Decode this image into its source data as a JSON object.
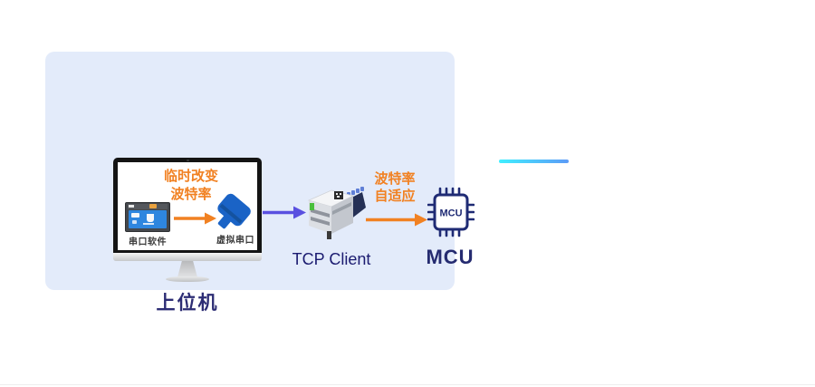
{
  "host": {
    "label": "上位机",
    "screen_note": {
      "line1": "临时改变",
      "line2": "波特率"
    },
    "serial_software_label": "串口软件",
    "virtual_com_label": "虚拟串口"
  },
  "tcp_client": {
    "label": "TCP Client"
  },
  "mcu": {
    "note": {
      "line1": "波特率",
      "line2": "自适应"
    },
    "chip_text": "MCU",
    "label": "MCU"
  },
  "icons": {
    "monitor": "monitor-icon",
    "serial_software": "app-window-icon",
    "virtual_com": "db9-connector-icon",
    "host_to_module": "right-arrow-icon",
    "ethernet_module": "rj45-module-icon",
    "module_to_mcu": "right-arrow-icon",
    "mcu_chip": "mcu-chip-icon"
  },
  "colors": {
    "panel_bg": "#e3ebfa",
    "orange": "#f18122",
    "purple": "#5a50e0",
    "navy_text": "#1b1b70",
    "connector_blue": "#1a63c6",
    "gradient_start": "#40efff",
    "gradient_end": "#5c9bf7",
    "bottom_border": "#ededed"
  }
}
